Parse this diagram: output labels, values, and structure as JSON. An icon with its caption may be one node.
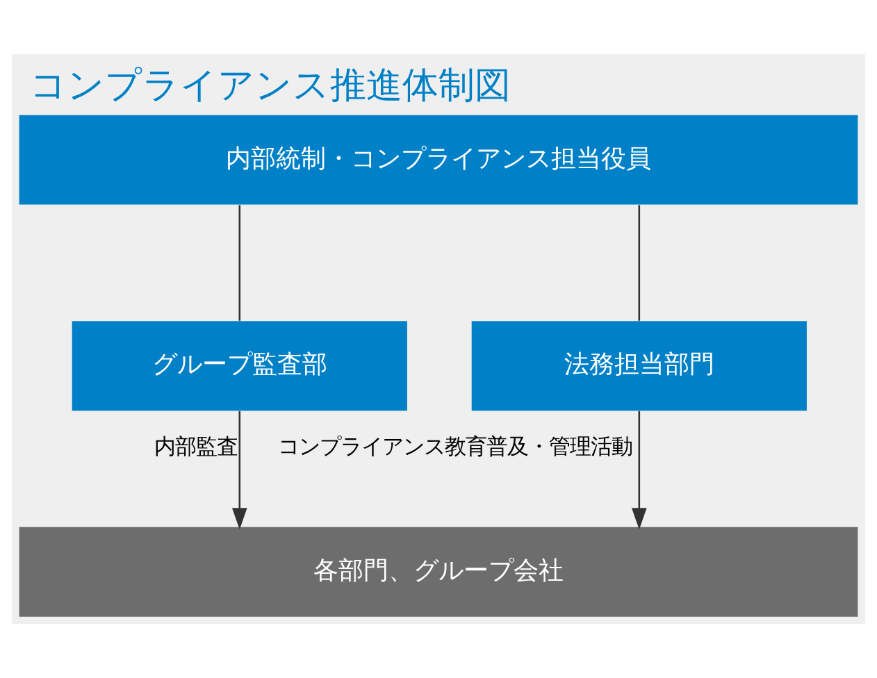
{
  "diagram": {
    "title": "コンプライアンス推進体制図",
    "nodes": [
      {
        "text": [
          "内部統制・コンプライアンス担当役員"
        ]
      },
      {
        "text": [
          "グループ監査部"
        ]
      },
      {
        "text": [
          "法務担当部門"
        ]
      },
      {
        "text": [
          "各部門、グループ会社"
        ]
      }
    ],
    "edges": [
      {
        "from": 0,
        "to": 1,
        "arrow": "none"
      },
      {
        "from": 0,
        "to": 2,
        "arrow": "none"
      },
      {
        "from": 1,
        "to": 3,
        "arrow": "to",
        "label": "内部監査"
      },
      {
        "from": 2,
        "to": 3,
        "arrow": "to",
        "label": "コンプライアンス教育普及・管理活動"
      }
    ]
  }
}
